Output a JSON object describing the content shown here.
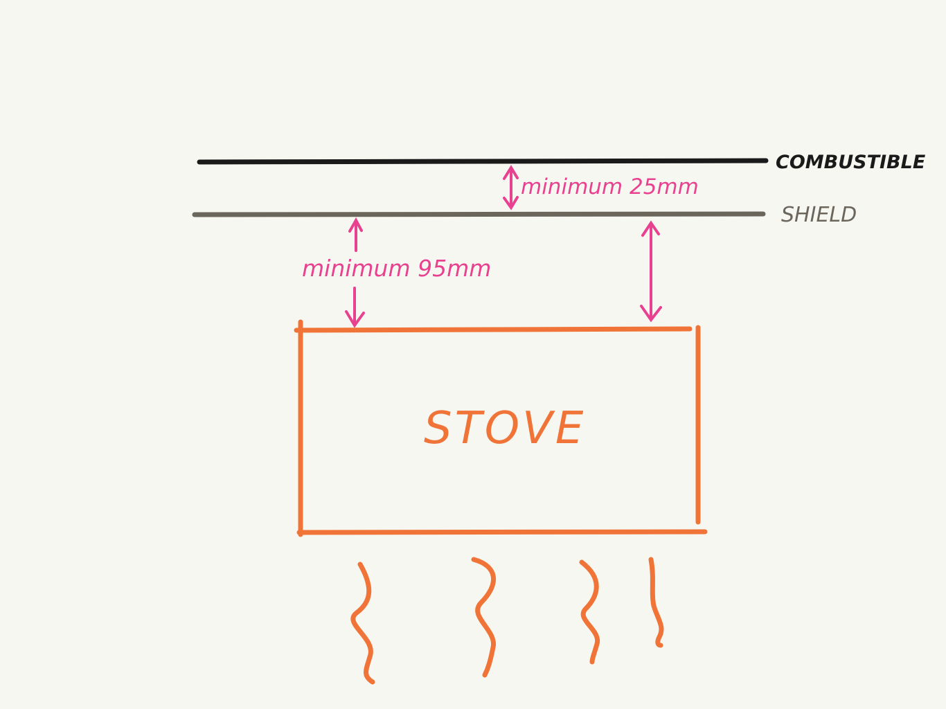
{
  "labels": {
    "combustible": "COMBUSTIBLE",
    "shield": "SHIELD",
    "gap_shield_combustible": "minimum 25mm",
    "gap_stove_shield": "minimum 95mm",
    "stove": "STOVE"
  },
  "colors": {
    "combustible_line": "#1a1a1a",
    "shield_line": "#6b665c",
    "dimension": "#e8418f",
    "stove": "#f07438",
    "background": "#f7f7f2"
  },
  "icons": {
    "heat": "wavy-heat-lines"
  }
}
